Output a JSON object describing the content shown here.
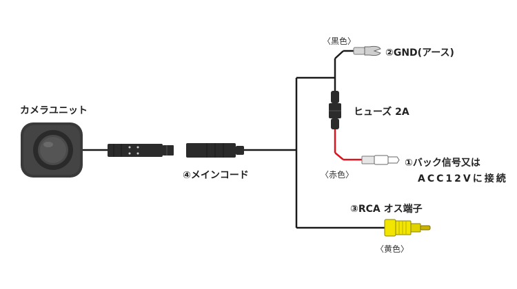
{
  "labels": {
    "camera_unit": "カメラユニット",
    "main_cord": "④メインコード",
    "black_color": "〈黒色〉",
    "gnd": "②GND(アース)",
    "fuse": "ヒューズ 2A",
    "acc_line1": "①バック信号又は",
    "acc_line2": "ACC12Vに接続",
    "red_color": "〈赤色〉",
    "rca": "③RCA オス端子",
    "yellow_color": "〈黄色〉"
  },
  "colors": {
    "cable": "#1a1a1a",
    "red_wire": "#d9141e",
    "rca_yellow": "#f2e600",
    "rca_tip": "#c9b200",
    "camera_body": "#3a3a3a",
    "connector_body": "#2b2b2b"
  }
}
